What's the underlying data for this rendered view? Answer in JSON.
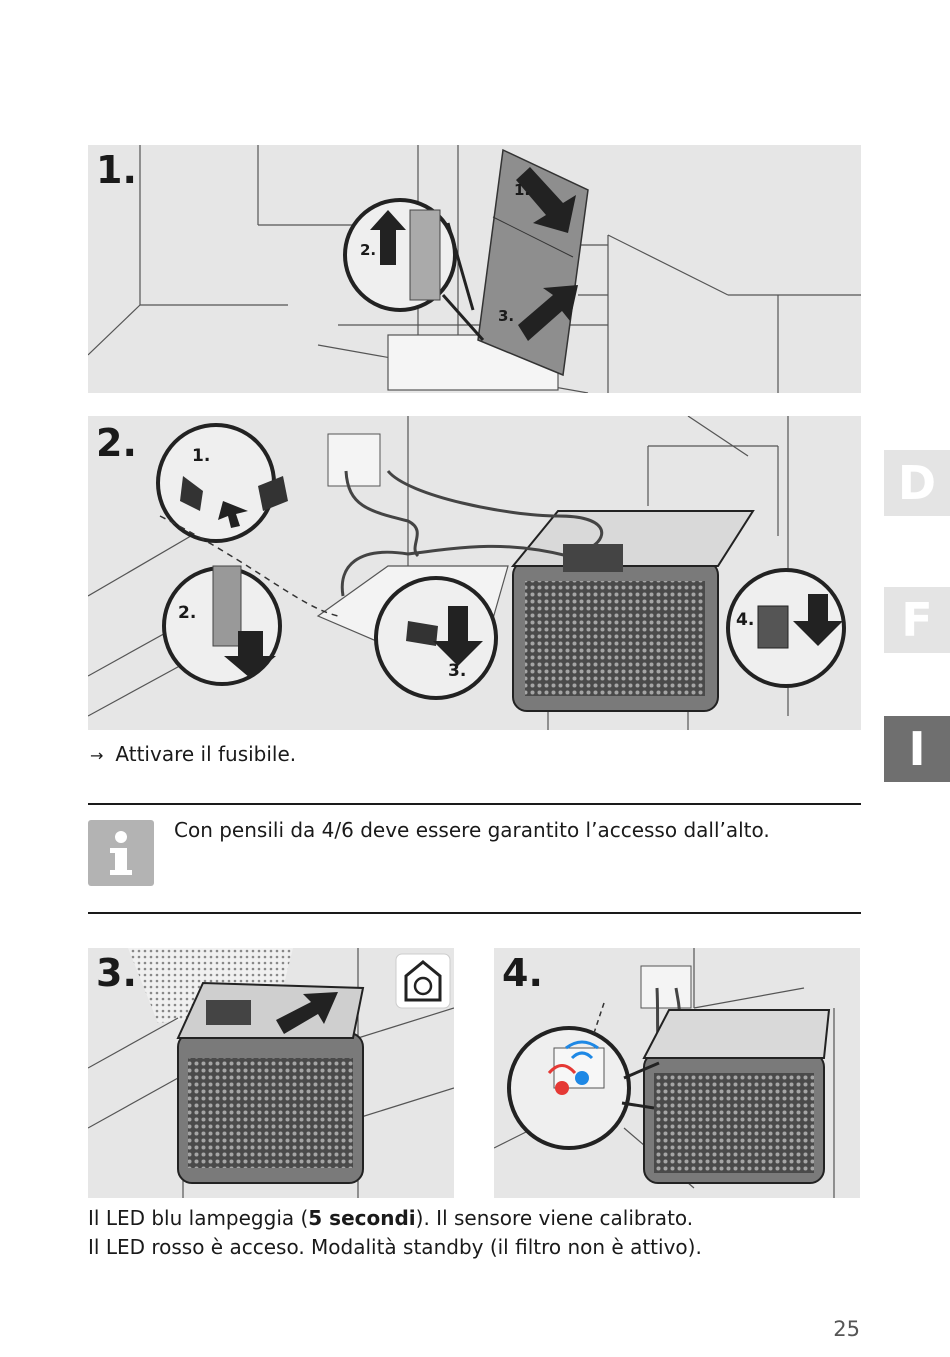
{
  "figures": [
    {
      "label": "1.",
      "callouts": [
        "1.",
        "2.",
        "3."
      ]
    },
    {
      "label": "2.",
      "callouts": [
        "1.",
        "2.",
        "3.",
        "4."
      ]
    },
    {
      "label": "3."
    },
    {
      "label": "4."
    }
  ],
  "step2_note": "Attivare il fusibile.",
  "step2_arrow": "→",
  "info_text": "Con pensili da 4/6 deve essere garantito l’accesso dall’alto.",
  "led_blue": {
    "prefix": "Il LED blu lampeggia (",
    "bold": "5 secondi",
    "suffix": "). Il sensore viene calibrato."
  },
  "led_red": "Il LED rosso è acceso. Modalità standby (il filtro non è attivo).",
  "side_tabs": [
    {
      "letter": "D",
      "active": false
    },
    {
      "letter": "F",
      "active": false
    },
    {
      "letter": "I",
      "active": true
    }
  ],
  "page_number": "25",
  "colors": {
    "panel_bg": "#e6e6e6",
    "tab_active": "#6f6f6f",
    "tab_inactive": "#e4e4e4",
    "info_icon": "#b3b3b3",
    "led_blue": "#1e88e5",
    "led_red": "#e53935"
  }
}
